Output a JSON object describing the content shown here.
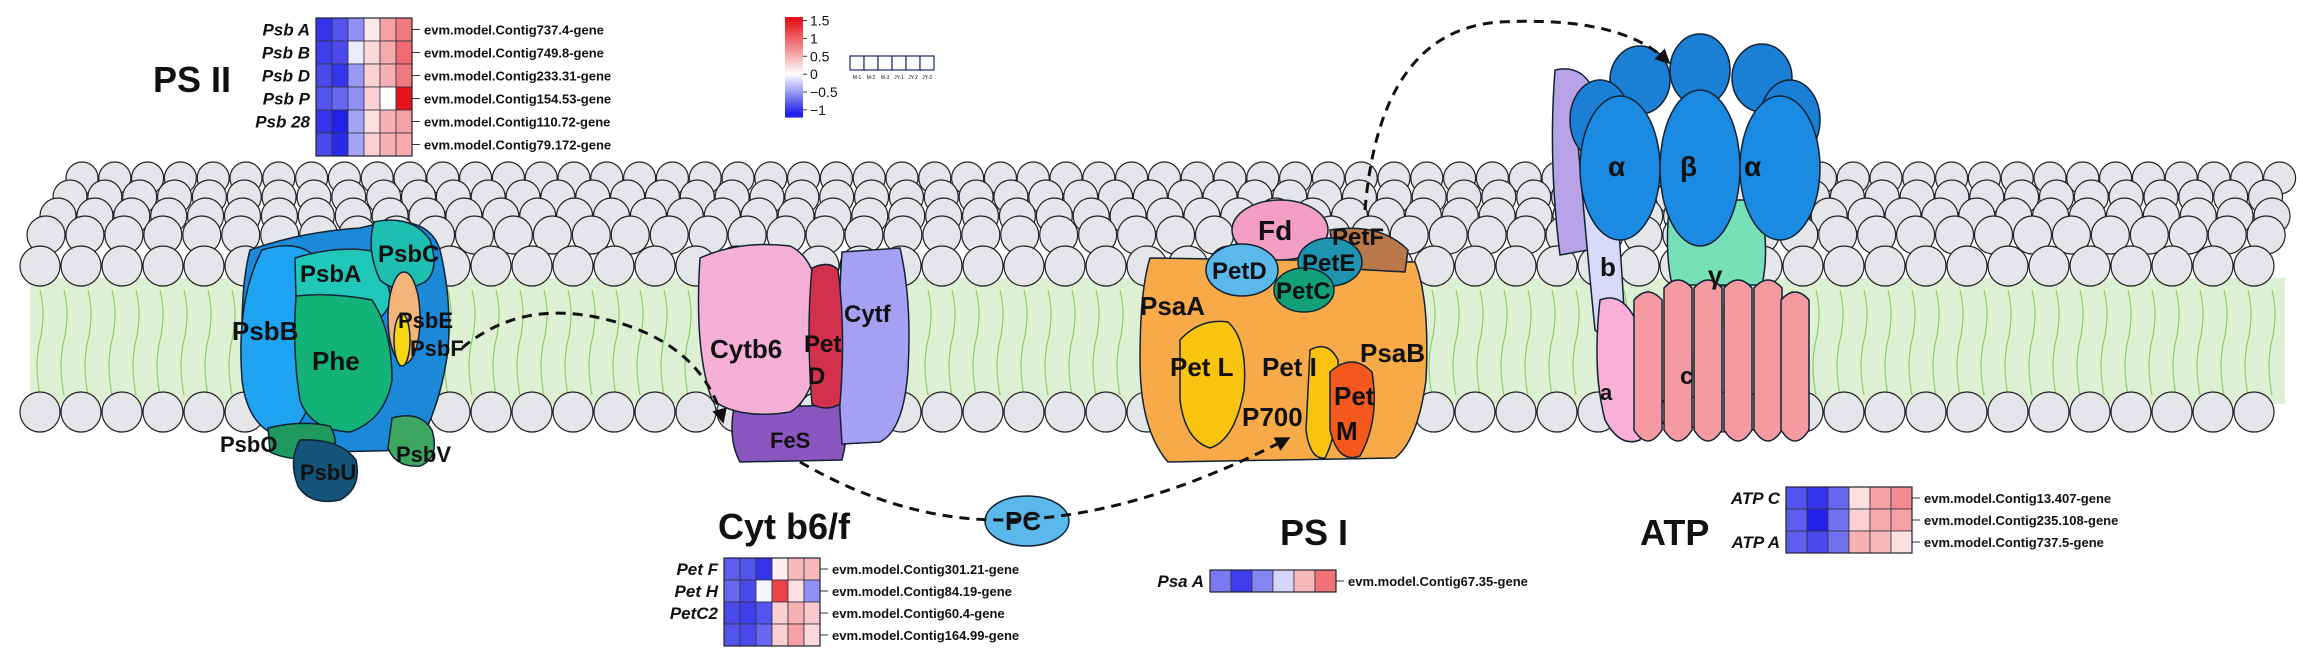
{
  "titles": {
    "psii": "PS II",
    "cytb6f": "Cyt b6/f",
    "psi": "PS I",
    "atp": "ATP"
  },
  "colors": {
    "lipid_head": "#e4e6ea",
    "lipid_tail": "#8ccc66",
    "membrane_band": "#ddf0d3",
    "scale_high": "#e8141c",
    "scale_mid": "#ffffff",
    "scale_low": "#2020e8"
  },
  "colorscale": {
    "ticks": [
      "1.5",
      "1",
      "0.5",
      "0",
      "−0.5",
      "−1"
    ],
    "min": -1.2,
    "max": 1.6
  },
  "sample_legend": [
    "M-1",
    "M-2",
    "M-3",
    "JY-1",
    "JY-2",
    "JY-3"
  ],
  "psii": {
    "labels": {
      "psbB": "PsbB",
      "psbA": "PsbA",
      "psbC": "PsbC",
      "psbE": "PsbE",
      "psbF": "PsbF",
      "phe": "Phe",
      "psbO": "PsbO",
      "psbU": "PsbU",
      "psbV": "PsbV"
    },
    "heatmap": {
      "rows": [
        {
          "gene": "Psb A",
          "id": "evm.model.Contig737.4-gene",
          "values": [
            -1.0,
            -0.85,
            -0.55,
            0.15,
            0.6,
            0.85
          ]
        },
        {
          "gene": "Psb B",
          "id": "evm.model.Contig749.8-gene",
          "values": [
            -0.95,
            -0.9,
            -0.1,
            0.25,
            0.55,
            0.95
          ]
        },
        {
          "gene": "Psb D",
          "id": "evm.model.Contig233.31-gene",
          "values": [
            -0.9,
            -1.0,
            -0.5,
            0.3,
            0.5,
            0.85
          ]
        },
        {
          "gene": "Psb P",
          "id": "evm.model.Contig154.53-gene",
          "values": [
            -0.85,
            -0.75,
            -0.55,
            0.3,
            0.0,
            1.5
          ]
        },
        {
          "gene": "Psb 28",
          "id": "evm.model.Contig110.72-gene",
          "values": [
            -1.0,
            -1.1,
            -0.45,
            0.2,
            0.5,
            0.6
          ]
        },
        {
          "gene": "",
          "id": "evm.model.Contig79.172-gene",
          "values": [
            -0.9,
            -1.05,
            -0.45,
            0.3,
            0.5,
            0.55
          ]
        }
      ]
    }
  },
  "cytb6f": {
    "labels": {
      "cytb6": "Cytb6",
      "pet": "Pet",
      "d": "D",
      "cytf": "Cytf",
      "fes": "FeS",
      "pc": "PC"
    },
    "heatmap": {
      "rows": [
        {
          "gene": "Pet F",
          "id": "evm.model.Contig301.21-gene",
          "values": [
            -0.8,
            -0.85,
            -1.0,
            0.1,
            0.45,
            0.45
          ]
        },
        {
          "gene": "Pet H",
          "id": "evm.model.Contig84.19-gene",
          "values": [
            -0.75,
            -0.9,
            -0.05,
            1.2,
            0.2,
            -0.55
          ]
        },
        {
          "gene": "PetC2",
          "id": "evm.model.Contig60.4-gene",
          "values": [
            -0.9,
            -0.95,
            -0.85,
            0.3,
            0.5,
            0.35
          ]
        },
        {
          "gene": "",
          "id": "evm.model.Contig164.99-gene",
          "values": [
            -0.85,
            -0.9,
            -0.75,
            0.3,
            0.6,
            0.25
          ]
        }
      ]
    }
  },
  "psi": {
    "labels": {
      "fd": "Fd",
      "petF": "PetF",
      "petD": "PetD",
      "petE": "PetE",
      "petC": "PetC",
      "psaA": "PsaA",
      "psaB": "PsaB",
      "petL": "Pet L",
      "petI": "Pet I",
      "pet": "Pet",
      "m": "M",
      "p700": "P700"
    },
    "heatmap": {
      "rows": [
        {
          "gene": "Psa A",
          "id": "evm.model.Contig67.35-gene",
          "values": [
            -0.65,
            -0.95,
            -0.6,
            -0.2,
            0.45,
            0.9
          ]
        }
      ]
    }
  },
  "atp": {
    "labels": {
      "alpha1": "α",
      "beta": "β",
      "alpha2": "α",
      "gamma": "γ",
      "b": "b",
      "a": "a",
      "c": "c"
    },
    "heatmap": {
      "rows": [
        {
          "gene": "ATP C",
          "id": "evm.model.Contig13.407-gene",
          "values": [
            -0.85,
            -1.0,
            -0.75,
            0.2,
            0.6,
            0.75
          ]
        },
        {
          "gene": "",
          "id": "evm.model.Contig235.108-gene",
          "values": [
            -0.8,
            -1.1,
            -0.7,
            0.3,
            0.55,
            0.6
          ]
        },
        {
          "gene": "ATP A",
          "id": "evm.model.Contig737.5-gene",
          "values": [
            -0.8,
            -0.9,
            -0.7,
            0.5,
            0.45,
            0.2
          ]
        }
      ]
    }
  }
}
